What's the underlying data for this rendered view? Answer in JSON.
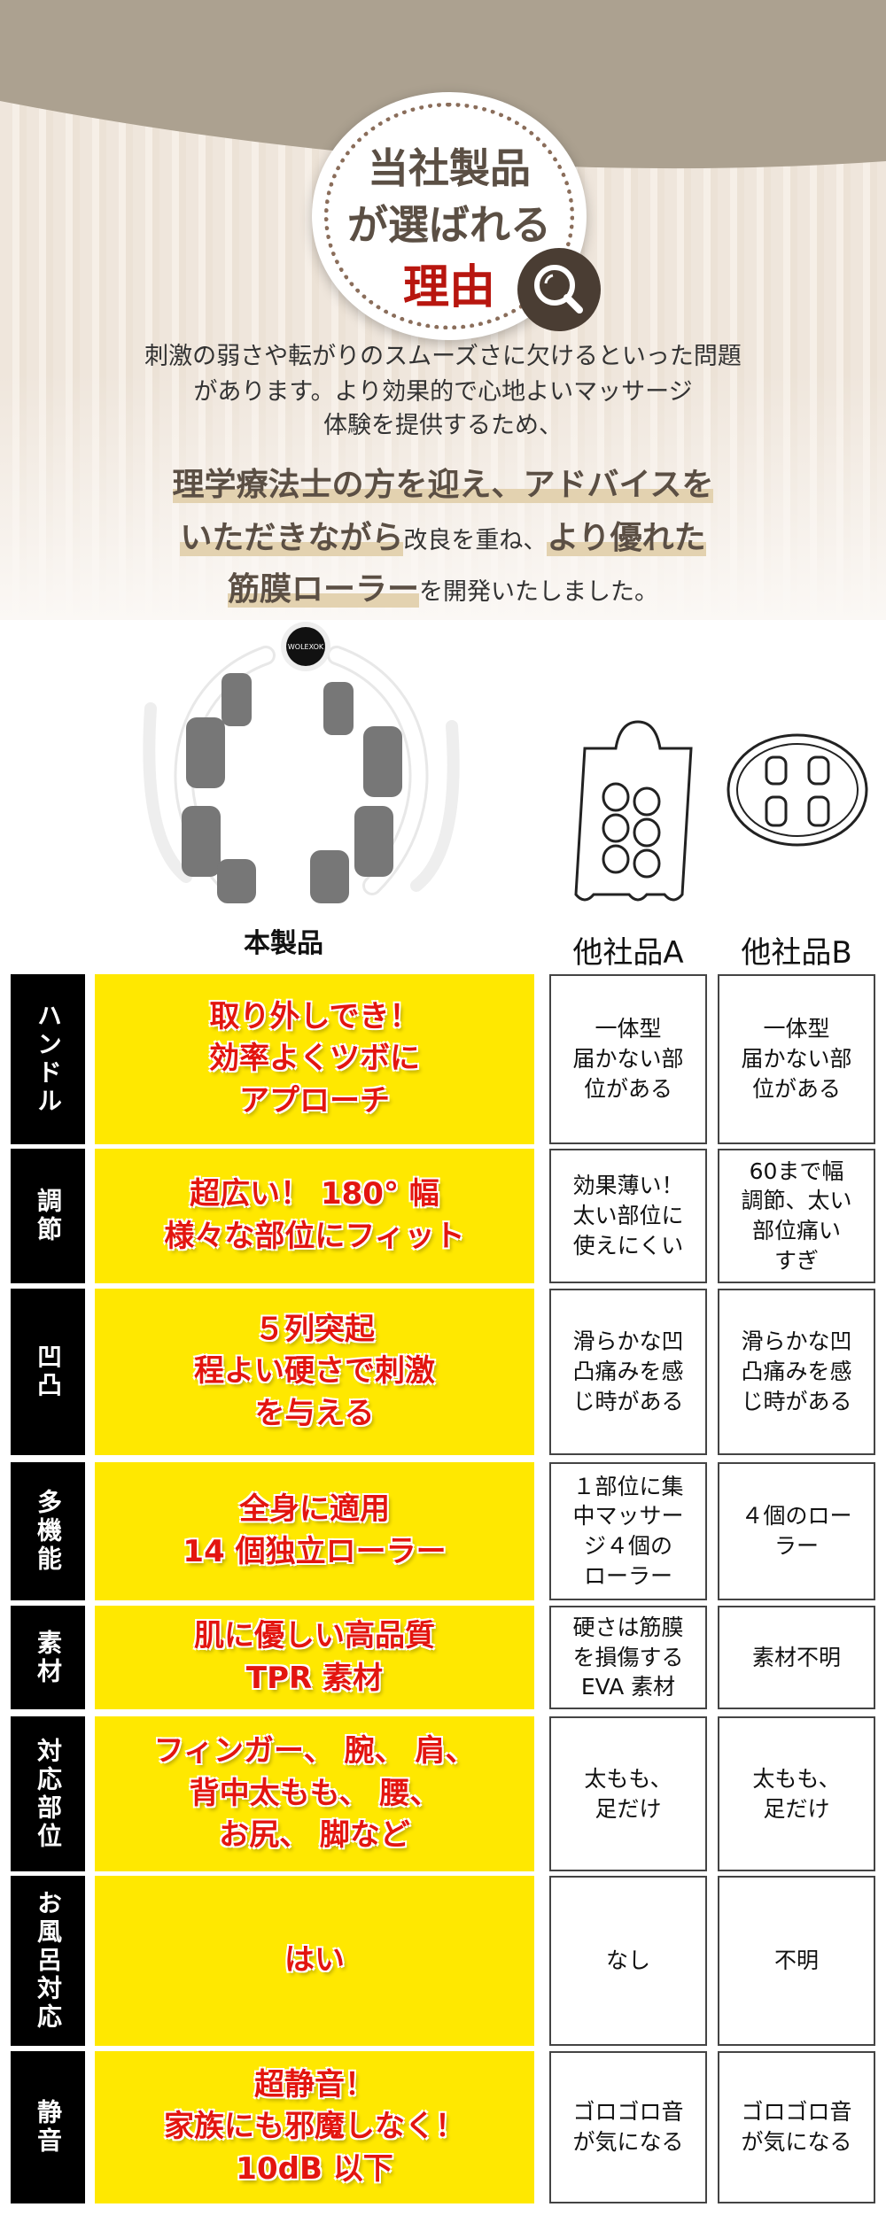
{
  "hero": {
    "badge_line1": "当社製品",
    "badge_line2": "が選ばれる",
    "badge_line3": "理由",
    "badge_icon": "magnifier-icon",
    "intro_lines": [
      "刺激の弱さや転がりのスムーズさに欠けるといった問題",
      "があります。より効果的で心地よいマッサージ",
      "体験を提供するため、"
    ],
    "highlight1": "理学療法士の方を迎え、アドバイスを",
    "highlight2a": "いただきながら",
    "highlight2b": "改良を重ね、",
    "highlight2c": "より優れた",
    "highlight3a": "筋膜ローラー",
    "highlight3b": "を開発いたしました。"
  },
  "product": {
    "logo_text": "WOLEXOK"
  },
  "table": {
    "col_ours": "本製品",
    "col_a": "他社品A",
    "col_b": "他社品B",
    "rows": [
      {
        "label": "ハンドル",
        "ours": "取り外しでき！\n効率よくツボに\nアプローチ",
        "a": "一体型\n届かない部\n位がある",
        "b": "一体型\n届かない部\n位がある"
      },
      {
        "label": "調節",
        "ours": "超広い！ 180° 幅\n様々な部位にフィット",
        "a": "効果薄い！\n太い部位に\n使えにくい",
        "b": "60まで幅\n調節、太い\n部位痛い\nすぎ"
      },
      {
        "label": "凹凸",
        "ours": "５列突起\n程よい硬さで刺激\nを与える",
        "a": "滑らかな凹\n凸痛みを感\nじ時がある",
        "b": "滑らかな凹\n凸痛みを感\nじ時がある"
      },
      {
        "label": "多機能",
        "ours": "全身に適用\n14 個独立ローラー",
        "a": "１部位に集\n中マッサー\nジ４個の\nローラー",
        "b": "４個のロー\nラー"
      },
      {
        "label": "素材",
        "ours": "肌に優しい高品質\nTPR 素材",
        "a": "硬さは筋膜\nを損傷する\nEVA 素材",
        "b": "素材不明"
      },
      {
        "label": "対応部位",
        "ours": "フィンガー、 腕、 肩、\n背中太もも、 腰、\nお尻、 脚など",
        "a": "太もも、\n足だけ",
        "b": "太もも、\n足だけ"
      },
      {
        "label": "お風呂対応",
        "ours": "はい",
        "a": "なし",
        "b": "不明"
      },
      {
        "label": "静音",
        "ours": "超静音！\n家族にも邪魔しなく！\n10dB 以下",
        "a": "ゴロゴロ音\nが気になる",
        "b": "ゴロゴロ音\nが気になる"
      }
    ]
  },
  "colors": {
    "yellow": "#ffe800",
    "red": "#e3150f",
    "band": "#aca190"
  }
}
